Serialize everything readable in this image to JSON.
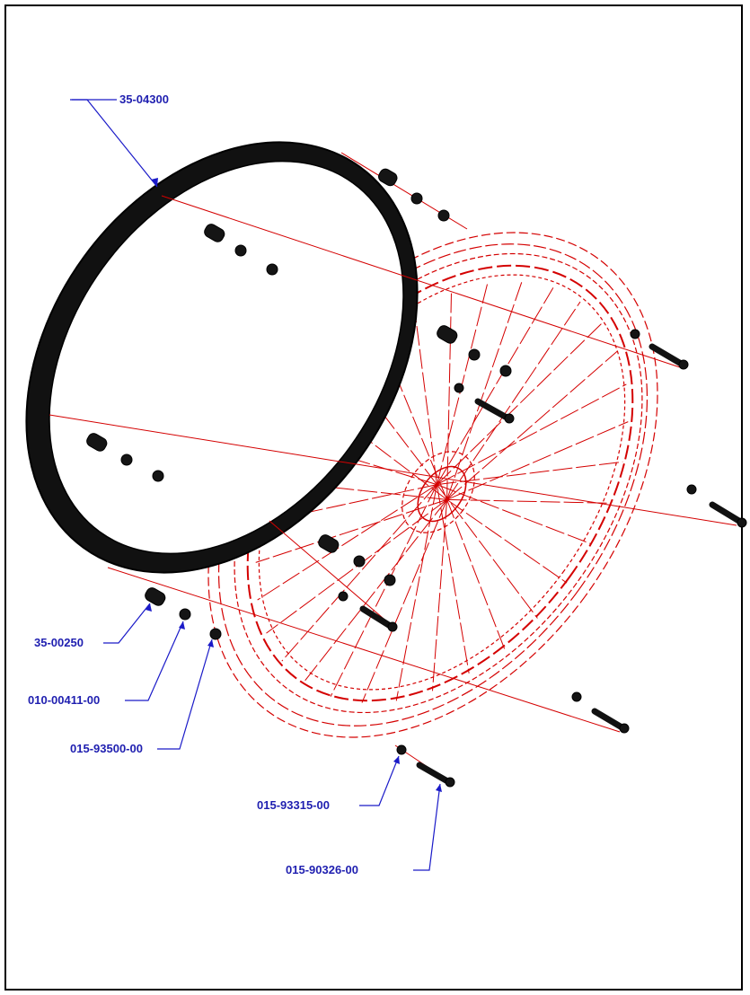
{
  "diagram": {
    "callouts": [
      {
        "id": "ring",
        "label": "35-04300"
      },
      {
        "id": "spacer",
        "label": "35-00250"
      },
      {
        "id": "washer",
        "label": "010-00411-00"
      },
      {
        "id": "nut",
        "label": "015-93500-00"
      },
      {
        "id": "small-washer",
        "label": "015-93315-00"
      },
      {
        "id": "bolt",
        "label": "015-90326-00"
      }
    ],
    "colors": {
      "callout_text": "#1f1fb0",
      "leader": "#1a1ac8",
      "wheel_phantom": "#d40000",
      "hardware": "#111111",
      "frame": "#000000"
    }
  }
}
